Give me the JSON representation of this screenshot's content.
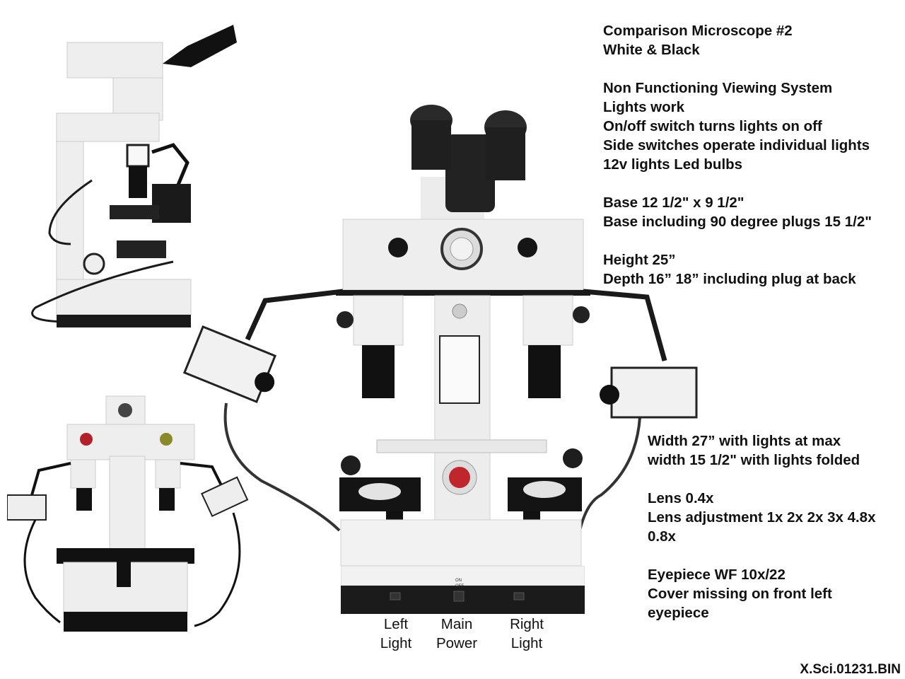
{
  "info_top": [
    "Comparison Microscope #2",
    "White & Black",
    "",
    "Non Functioning Viewing System",
    "Lights work",
    "On/off switch turns lights on off",
    "Side switches operate individual lights",
    "12v lights  Led bulbs",
    "",
    "Base 12 1/2\" x 9 1/2\"",
    "Base including 90 degree plugs 15 1/2\"",
    "",
    "Height 25”",
    "Depth  16”    18” including plug at back"
  ],
  "info_bottom": [
    "Width 27” with lights at max",
    "width 15 1/2\" with lights folded",
    "",
    "Lens  0.4x",
    "Lens adjustment 1x 2x 2x 3x 4.8x",
    "0.8x",
    "",
    "Eyepiece WF 10x/22",
    "Cover missing on front left",
    "eyepiece"
  ],
  "switch_labels": {
    "left": [
      "Left",
      "Light"
    ],
    "main": [
      "Main",
      "Power"
    ],
    "right": [
      "Right",
      "Light"
    ]
  },
  "panel_marks": {
    "on": "ON",
    "off": "OFF"
  },
  "catalog_number": "X.Sci.01231.BIN"
}
